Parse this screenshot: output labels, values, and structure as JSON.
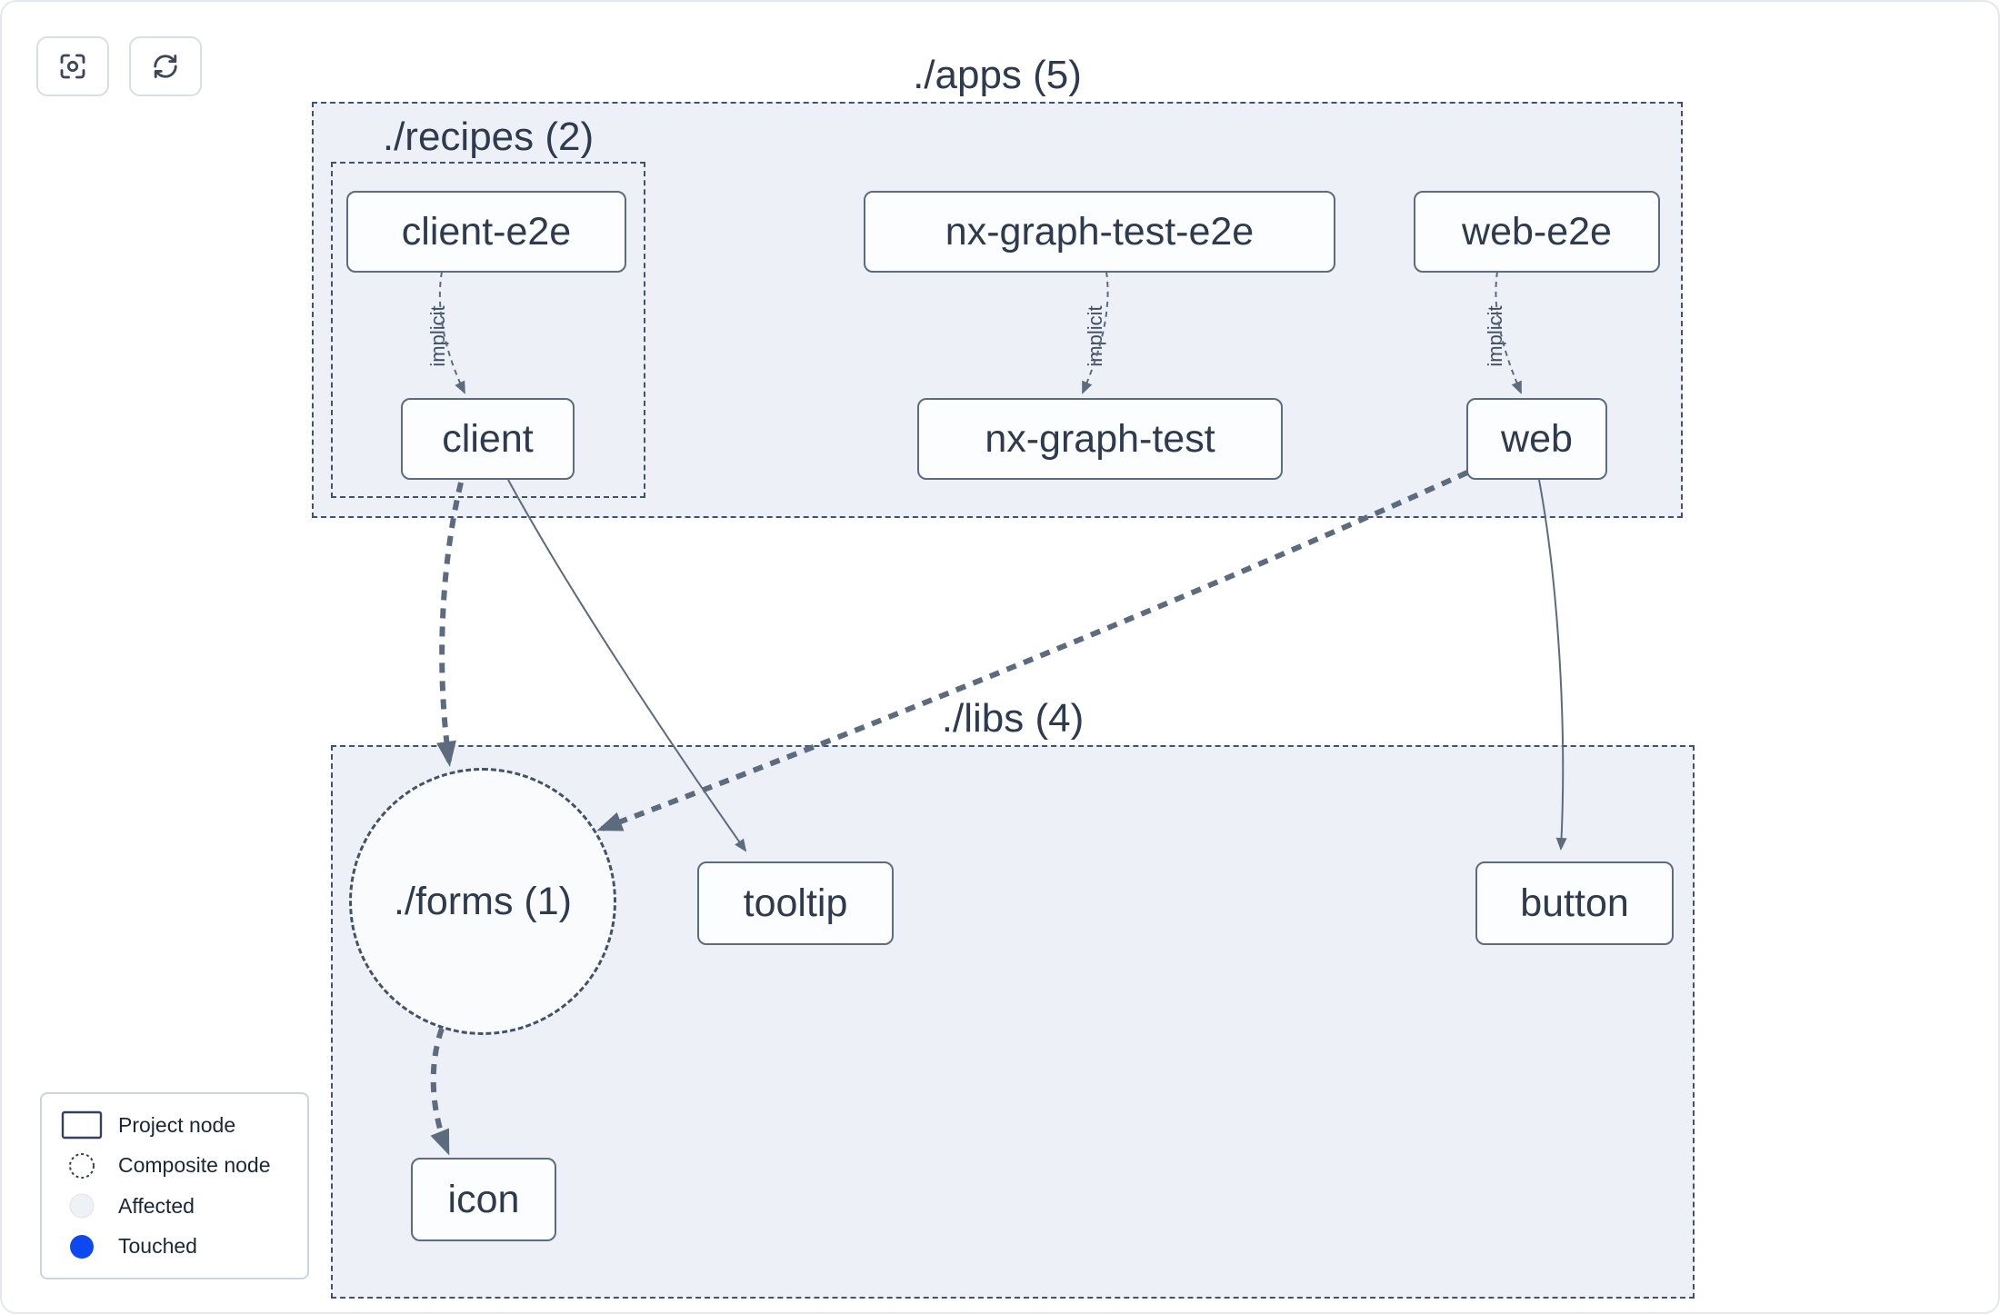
{
  "toolbar": {
    "focus_button_icon": "focus-icon",
    "refresh_button_icon": "refresh-icon"
  },
  "groups": {
    "apps": {
      "label": "./apps (5)"
    },
    "recipes": {
      "label": "./recipes (2)"
    },
    "libs": {
      "label": "./libs (4)"
    }
  },
  "nodes": {
    "client_e2e": {
      "label": "client-e2e"
    },
    "nx_graph_test_e2e": {
      "label": "nx-graph-test-e2e"
    },
    "web_e2e": {
      "label": "web-e2e"
    },
    "client": {
      "label": "client"
    },
    "nx_graph_test": {
      "label": "nx-graph-test"
    },
    "web": {
      "label": "web"
    },
    "forms": {
      "label": "./forms (1)"
    },
    "tooltip": {
      "label": "tooltip"
    },
    "button": {
      "label": "button"
    },
    "icon": {
      "label": "icon"
    }
  },
  "edges": {
    "implicit_label": "implicit",
    "list": [
      {
        "from": "client-e2e",
        "to": "client",
        "style": "implicit"
      },
      {
        "from": "nx-graph-test-e2e",
        "to": "nx-graph-test",
        "style": "implicit"
      },
      {
        "from": "web-e2e",
        "to": "web",
        "style": "implicit"
      },
      {
        "from": "client",
        "to": "tooltip",
        "style": "solid"
      },
      {
        "from": "web",
        "to": "button",
        "style": "solid"
      },
      {
        "from": "client",
        "to": "./forms (1)",
        "style": "thick-dashed"
      },
      {
        "from": "web",
        "to": "./forms (1)",
        "style": "thick-dashed"
      },
      {
        "from": "./forms (1)",
        "to": "icon",
        "style": "thick-dashed"
      }
    ]
  },
  "legend": {
    "items": [
      {
        "label": "Project node",
        "swatch": "project"
      },
      {
        "label": "Composite node",
        "swatch": "composite"
      },
      {
        "label": "Affected",
        "swatch": "affected"
      },
      {
        "label": "Touched",
        "swatch": "touched"
      }
    ]
  },
  "colors": {
    "group_fill": "#edf1f7",
    "dashed_border": "#42526b",
    "node_border": "#5b6b80",
    "edge": "#5d6b7e",
    "affected": "#eef1f6",
    "touched": "#0d49f0"
  }
}
